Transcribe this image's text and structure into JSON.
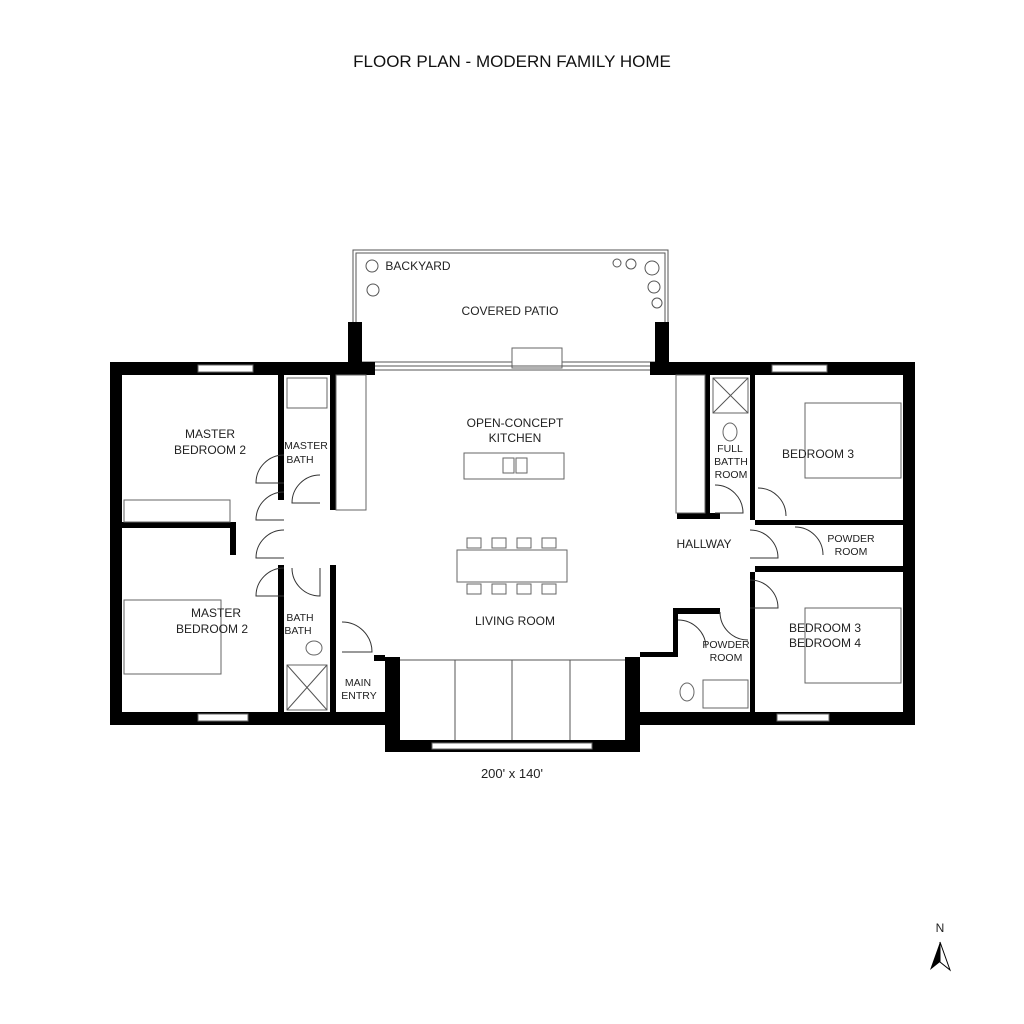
{
  "title": "FLOOR PLAN - MODERN FAMILY HOME",
  "dimensions": "200' x 140'",
  "compass": {
    "label": "N",
    "icon": "north-arrow-icon"
  },
  "rooms": {
    "backyard": "BACKYARD",
    "covered_patio": "COVERED PATIO",
    "kitchen": [
      "OPEN-CONCEPT",
      "KITCHEN"
    ],
    "living_room": "LIVING ROOM",
    "master_bedroom_top": [
      "MASTER",
      "BEDROOM 2"
    ],
    "master_bath": [
      "MASTER",
      "BATH"
    ],
    "master_bedroom_bottom": [
      "MASTER",
      "BEDROOM 2"
    ],
    "bath": [
      "BATH",
      "BATH"
    ],
    "main_entry": [
      "MAIN",
      "ENTRY"
    ],
    "full_bath": [
      "FULL",
      "BATTH",
      "ROOM"
    ],
    "bedroom_3": "BEDROOM 3",
    "hallway": "HALLWAY",
    "powder_room_right": [
      "POWDER",
      "ROOM"
    ],
    "powder_room_lower": [
      "POWDER",
      "ROOM"
    ],
    "bedroom_4": [
      "BEDROOM 3",
      "BEDROOM 4"
    ]
  }
}
